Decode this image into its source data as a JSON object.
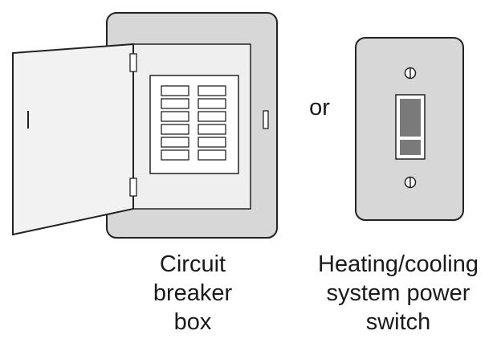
{
  "connector": "or",
  "breaker_box": {
    "caption_lines": [
      "Circuit",
      "breaker",
      "box"
    ]
  },
  "power_switch": {
    "caption_lines": [
      "Heating/cooling",
      "system power",
      "switch"
    ]
  },
  "colors": {
    "panel_fill": "#d7d7d7",
    "panel_inner": "#efefef",
    "door_fill": "#f2f2f2",
    "stroke": "#222222",
    "toggle_dark": "#7a7a7a",
    "white": "#ffffff"
  },
  "icons": [
    "breaker-box-icon",
    "wall-switch-icon",
    "screw-icon",
    "hinge-icon",
    "breaker-switch-icon"
  ]
}
